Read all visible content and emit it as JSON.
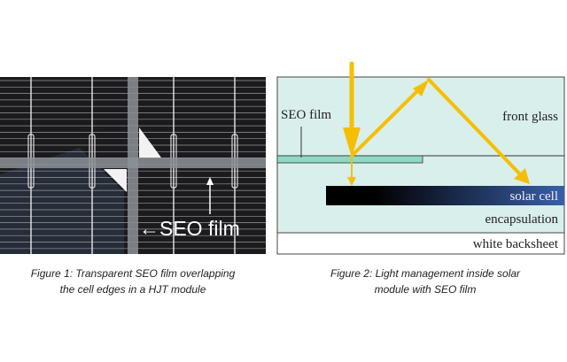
{
  "figure1": {
    "photo_label": "←SEO film",
    "caption_line1": "Figure 1: Transparent SEO film overlapping",
    "caption_line2": "the cell edges in a HJT module"
  },
  "figure2": {
    "labels": {
      "seo_film": "SEO film",
      "front_glass": "front glass",
      "solar_cell": "solar cell",
      "encapsulation": "encapsulation",
      "white_backsheet": "white backsheet"
    },
    "caption_line1": "Figure 2: Light management inside solar",
    "caption_line2": "module with SEO film"
  },
  "colors": {
    "light_ray": "#f5bf00",
    "glass": "#d9efec",
    "seo_film": "#8fd9c4",
    "solar_cell_start": "#000000",
    "solar_cell_end": "#3a5fa8"
  }
}
